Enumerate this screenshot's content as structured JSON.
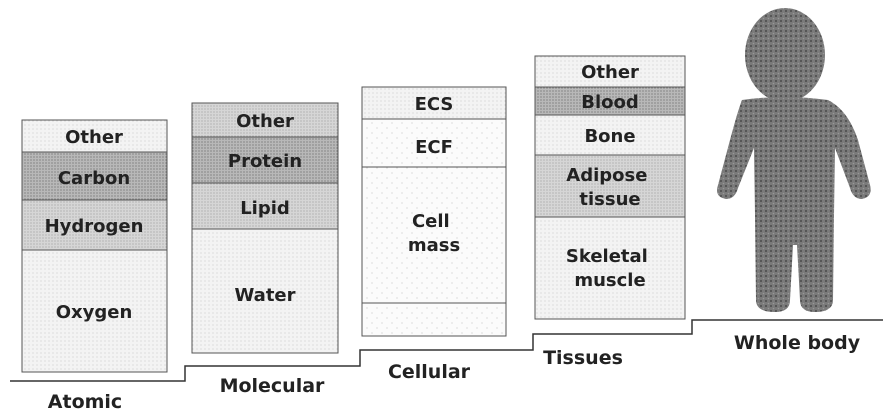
{
  "levels": [
    {
      "name": "Atomic",
      "components": [
        "Other",
        "Carbon",
        "Hydrogen",
        "Oxygen"
      ]
    },
    {
      "name": "Molecular",
      "components": [
        "Other",
        "Protein",
        "Lipid",
        "Water"
      ]
    },
    {
      "name": "Cellular",
      "components": [
        "ECS",
        "ECF",
        "Cell mass"
      ]
    },
    {
      "name": "Tissues",
      "components": [
        "Other",
        "Blood",
        "Bone",
        "Adipose tissue",
        "Skeletal muscle"
      ]
    },
    {
      "name": "Whole body",
      "components": []
    }
  ],
  "colors": {
    "light": "#ececec",
    "mid": "#c8c8c8",
    "dark": "#a9a9a9",
    "body": "#6a6a6a"
  }
}
